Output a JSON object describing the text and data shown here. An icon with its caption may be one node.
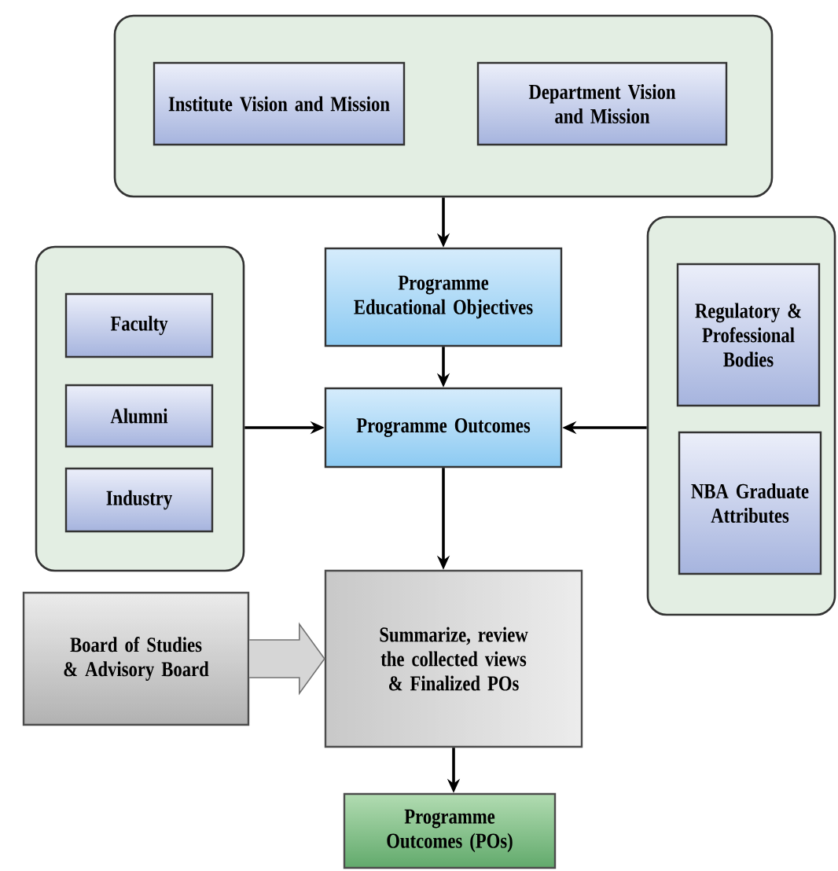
{
  "diagram": {
    "nodes": [
      {
        "text": [],
        "shape": "box"
      },
      {
        "text": [
          "Institute Vision and Mission"
        ],
        "in": 0
      },
      {
        "text": [
          "Department Vision and Mission"
        ],
        "in": 0
      },
      {
        "text": [
          "Programme Educational Objectives"
        ]
      },
      {
        "text": [],
        "shape": "box"
      },
      {
        "text": [
          "Faculty"
        ],
        "in": 4
      },
      {
        "text": [
          "Alumni"
        ],
        "in": 4
      },
      {
        "text": [
          "Industry"
        ],
        "in": 4
      },
      {
        "text": [
          "Programme Outcomes"
        ]
      },
      {
        "text": [],
        "shape": "box"
      },
      {
        "text": [
          "Regulatory & Professional Bodies"
        ],
        "in": 9
      },
      {
        "text": [
          "NBA Graduate Attributes"
        ],
        "in": 9
      },
      {
        "text": [
          "Board of Studies & Advisory Board"
        ]
      },
      {
        "text": [
          "Summarize, review the collected views & Finalized POs"
        ]
      },
      {
        "text": [
          "Programme Outcomes (POs)"
        ]
      }
    ],
    "edges": [
      {
        "from": 0,
        "to": 3,
        "arrow": "to"
      },
      {
        "from": 3,
        "to": 8,
        "arrow": "to"
      },
      {
        "from": 4,
        "to": 8,
        "arrow": "to"
      },
      {
        "from": 9,
        "to": 8,
        "arrow": "to"
      },
      {
        "from": 8,
        "to": 13,
        "arrow": "to"
      },
      {
        "from": 12,
        "to": 13,
        "arrow": "to",
        "style": "thick"
      },
      {
        "from": 13,
        "to": 14,
        "arrow": "to"
      }
    ]
  }
}
